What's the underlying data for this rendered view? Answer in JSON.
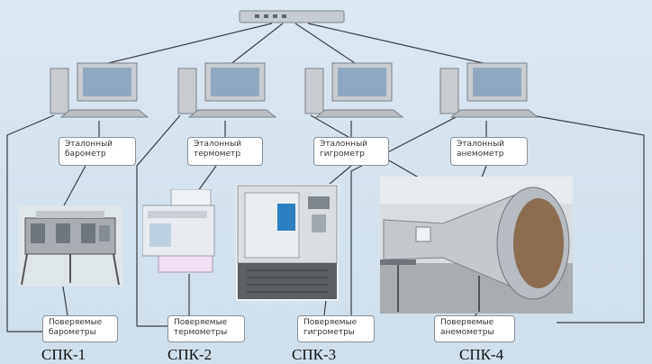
{
  "reference_labels": [
    {
      "line1": "Эталонный",
      "line2": "барометр"
    },
    {
      "line1": "Эталонный",
      "line2": "термометр"
    },
    {
      "line1": "Эталонный",
      "line2": "гигрометр"
    },
    {
      "line1": "Эталонный",
      "line2": "анемометр"
    }
  ],
  "device_labels": [
    {
      "line1": "Поверяемые",
      "line2": "барометры"
    },
    {
      "line1": "Поверяемые",
      "line2": "термометры"
    },
    {
      "line1": "Поверяемые",
      "line2": "гигрометры"
    },
    {
      "line1": "Поверяемые",
      "line2": "анемометры"
    }
  ],
  "captions": [
    "СПК-1",
    "СПК-2",
    "СПК-3",
    "СПК-4"
  ],
  "colors": {
    "line": "#3a3f44",
    "background": "#d8e5ef",
    "computer": "#c9ccd0",
    "screen": "#8fa8bf"
  }
}
